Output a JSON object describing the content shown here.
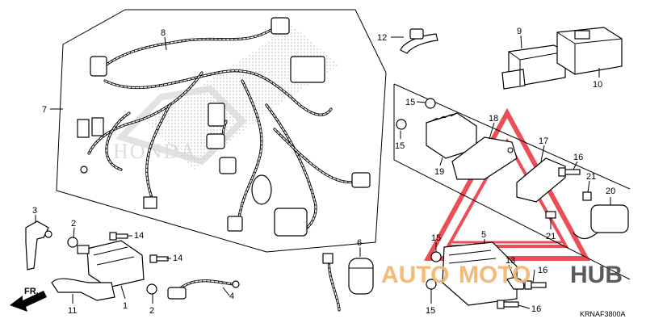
{
  "diagram": {
    "code": "KRNAF3800A",
    "brand_ghost": "HONDA",
    "direction_label": "FR.",
    "watermark": {
      "left": "AUTO",
      "middle": "MOTO",
      "right": "HUB",
      "color_orange": "#F2B36A",
      "color_dark": "#4A4A4A",
      "color_red": "#E8303A"
    }
  },
  "callouts": {
    "p1": "1",
    "p2a": "2",
    "p2b": "2",
    "p3": "3",
    "p4": "4",
    "p5": "5",
    "p6": "6",
    "p7": "7",
    "p8": "8",
    "p9": "9",
    "p10": "10",
    "p11": "11",
    "p12": "12",
    "p13": "13",
    "p14a": "14",
    "p14b": "14",
    "p15a": "15",
    "p15b": "15",
    "p15c": "15",
    "p15d": "15",
    "p16a": "16",
    "p16b": "16",
    "p16c": "16",
    "p17": "17",
    "p18": "18",
    "p19": "19",
    "p20": "20",
    "p21a": "21",
    "p21b": "21"
  }
}
